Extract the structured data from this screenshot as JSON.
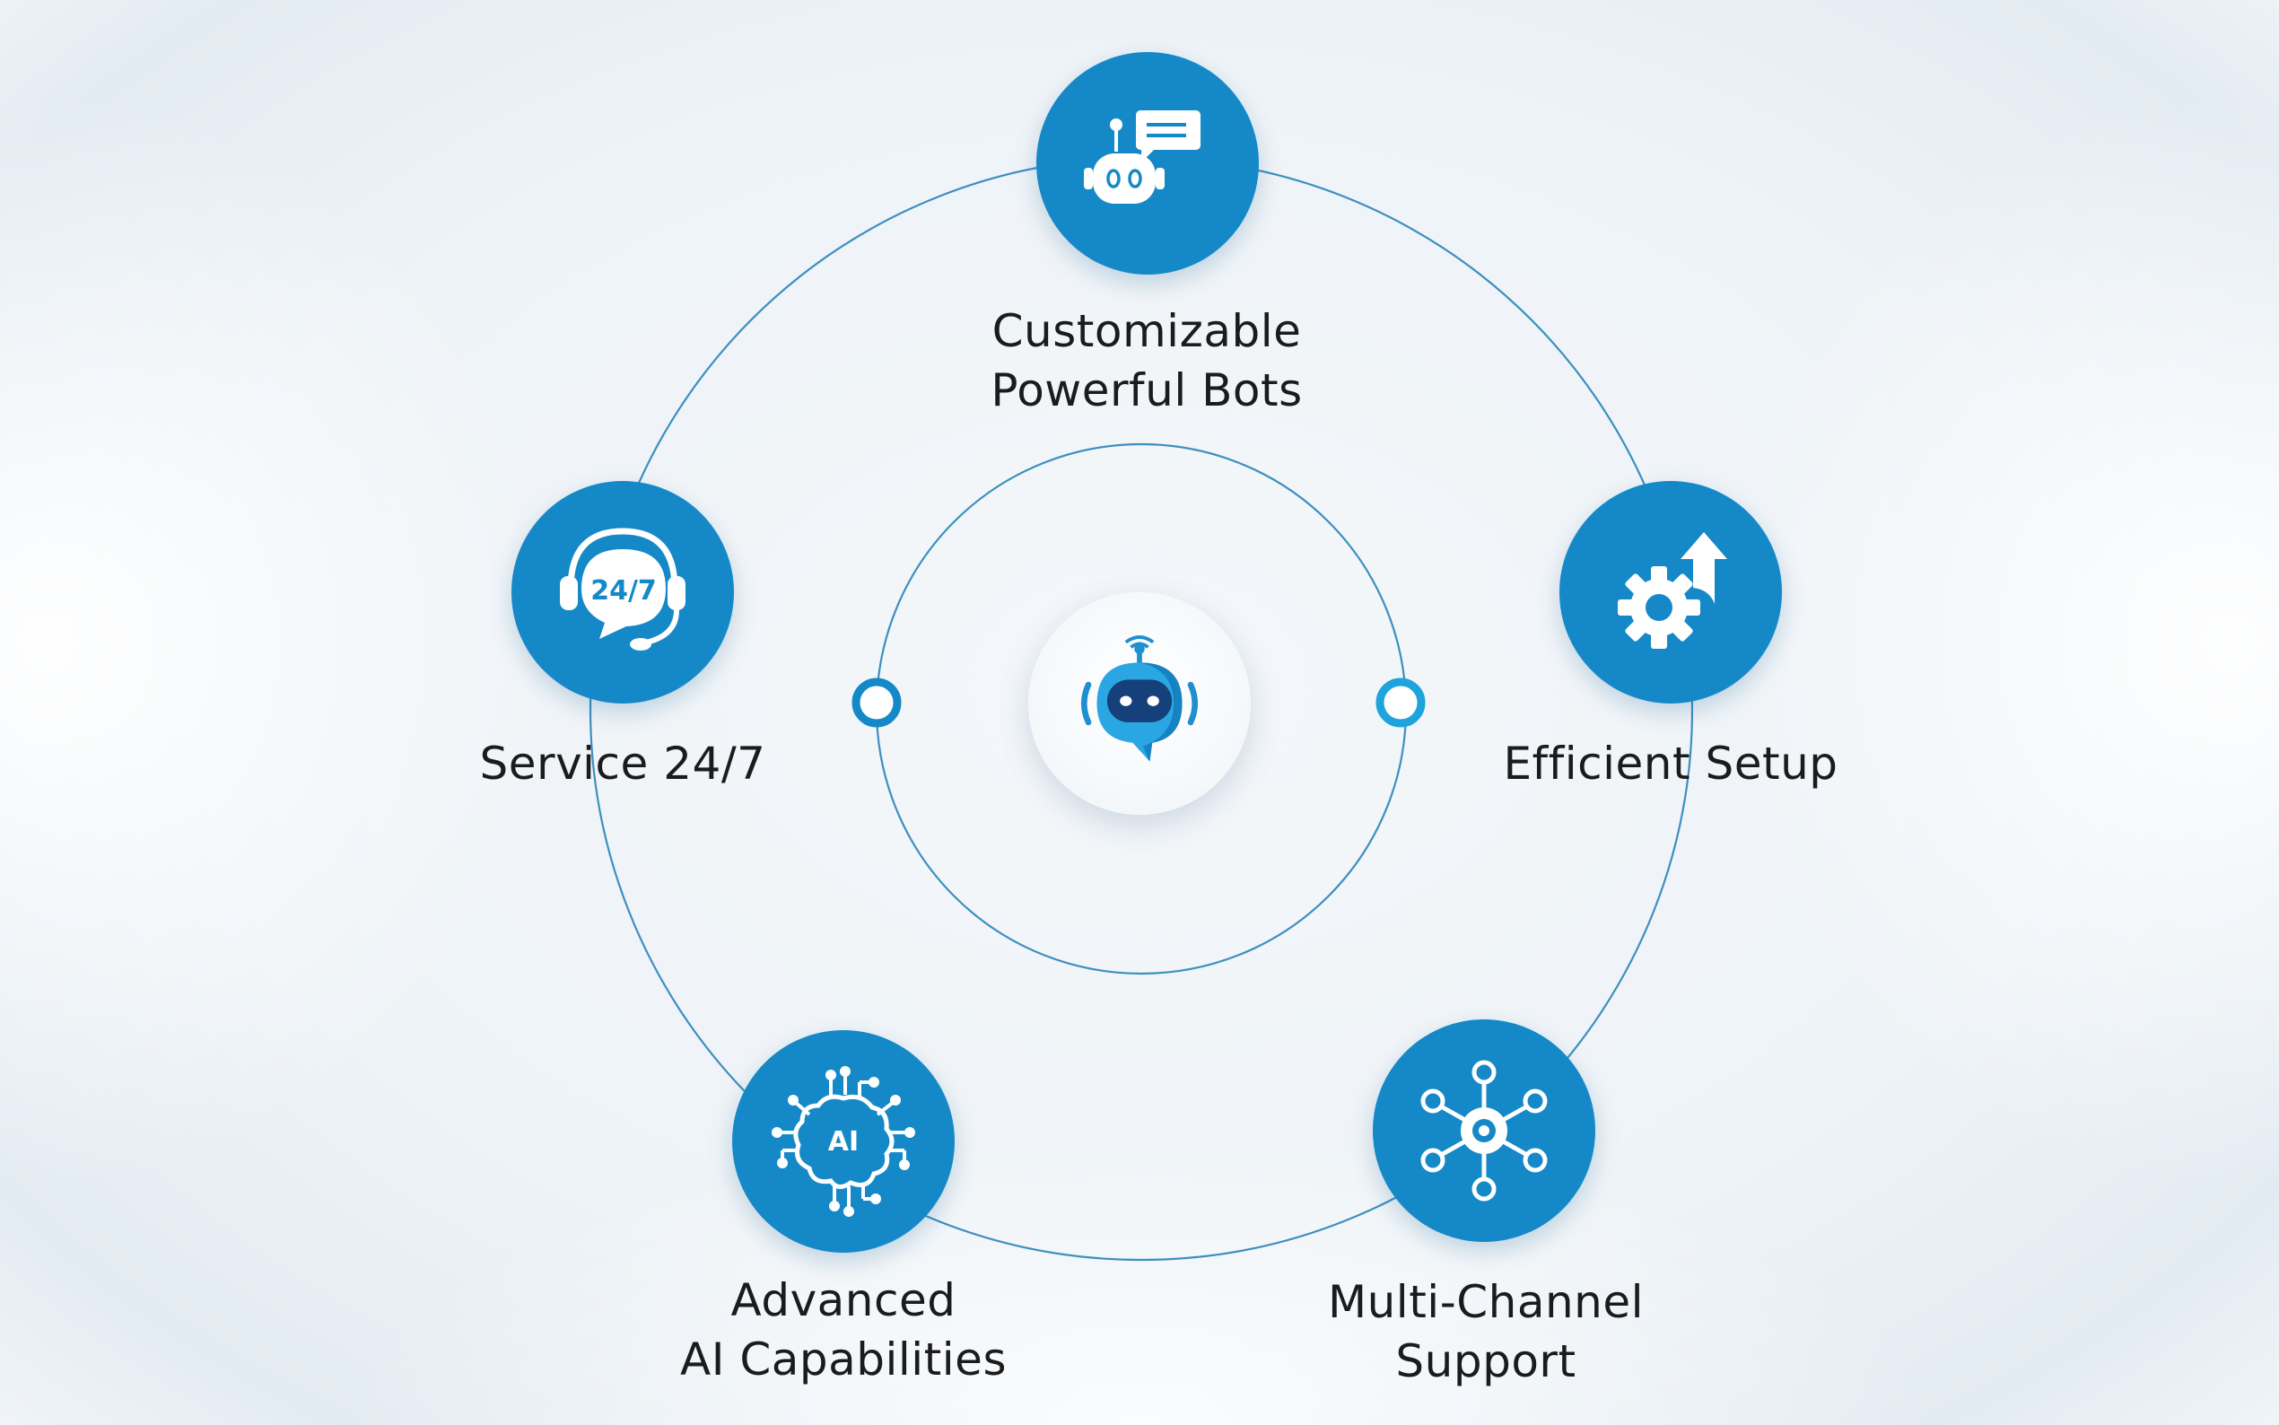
{
  "colors": {
    "accent": "#1589c8",
    "ring_line": "#3d8fc0",
    "text": "#1b1b1b"
  },
  "center": {
    "icon": "robot-chat-icon"
  },
  "features": [
    {
      "icon": "chatbot-icon",
      "lines": [
        "Customizable",
        "Powerful Bots"
      ]
    },
    {
      "icon": "gear-arrow-icon",
      "lines": [
        "Efficient Setup"
      ]
    },
    {
      "icon": "network-hub-icon",
      "lines": [
        "Multi-Channel",
        "Support"
      ]
    },
    {
      "icon": "ai-brain-icon",
      "lines": [
        "Advanced",
        "AI Capabilities"
      ]
    },
    {
      "icon": "headset-24-7-icon",
      "lines": [
        "Service 24/7"
      ]
    }
  ]
}
